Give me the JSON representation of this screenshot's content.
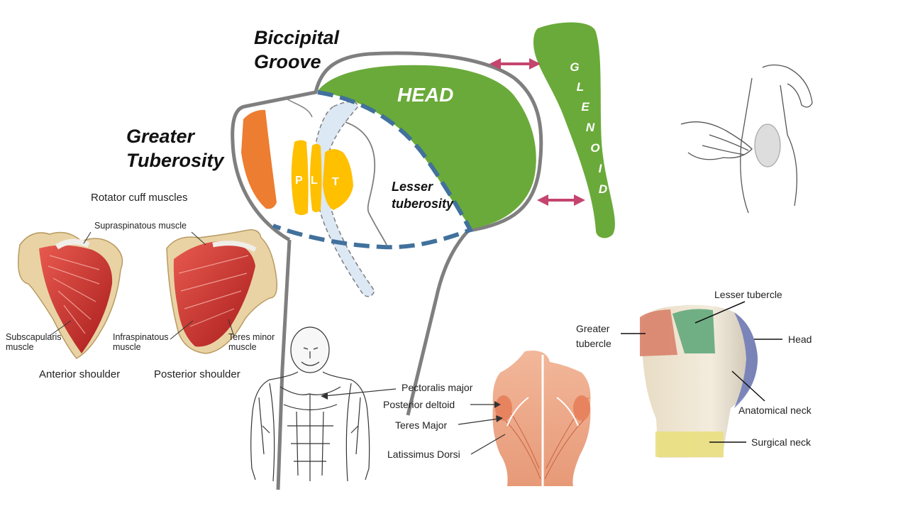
{
  "diagram": {
    "labels": {
      "biccipital_line1": "Biccipital",
      "biccipital_line2": "Groove",
      "greater_line1": "Greater",
      "greater_line2": "Tuberosity",
      "head": "HEAD",
      "lesser_line1": "Lesser",
      "lesser_line2": "tuberosity",
      "glenoid": [
        "G",
        "L",
        "E",
        "N",
        "O",
        "I",
        "D"
      ],
      "p": "P",
      "l": "L",
      "t": "T"
    },
    "colors": {
      "head_green": "#6aaa3a",
      "greater_orange": "#ed7d31",
      "tendon_yellow": "#ffc000",
      "groove_blue": "#dce8f4",
      "dashed_blue": "#41719c",
      "arrow_pink": "#c4456e",
      "outline_gray": "#7f7f7f"
    }
  },
  "rotator_cuff": {
    "title": "Rotator cuff muscles",
    "supraspinatous": "Supraspinatous muscle",
    "subscapularis_line1": "Subscapularis",
    "subscapularis_line2": "muscle",
    "infraspinatous_line1": "Infraspinatous",
    "infraspinatous_line2": "muscle",
    "teres_minor_line1": "Teres minor",
    "teres_minor_line2": "muscle",
    "anterior": "Anterior shoulder",
    "posterior": "Posterior shoulder"
  },
  "muscles": {
    "pectoralis": "Pectoralis major",
    "posterior_deltoid": "Posterior deltoid",
    "teres_major": "Teres Major",
    "latissimus": "Latissimus Dorsi"
  },
  "humerus": {
    "lesser_tubercle": "Lesser tubercle",
    "greater_line1": "Greater",
    "greater_line2": "tubercle",
    "head": "Head",
    "anatomical_neck": "Anatomical neck",
    "surgical_neck": "Surgical neck"
  }
}
